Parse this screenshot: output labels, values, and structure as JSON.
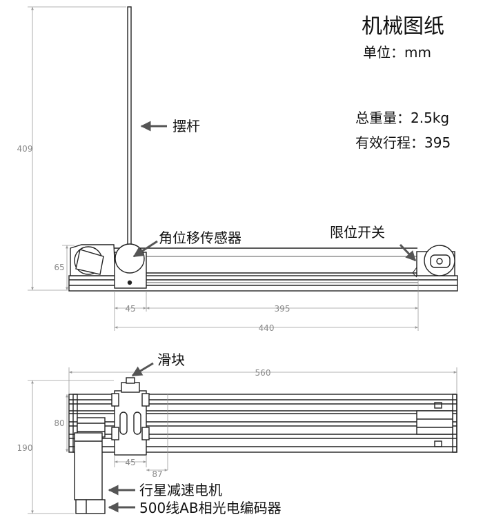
{
  "title": "机械图纸",
  "unit": "单位：mm",
  "specs": {
    "weight": "总重量：2.5kg",
    "stroke": "有效行程：395"
  },
  "side_view": {
    "label_pendulum": "摆杆",
    "label_angle_sensor": "角位移传感器",
    "label_limit_switch": "限位开关",
    "dim_height_total": "409",
    "dim_base_height": "65",
    "dim_cart": "45",
    "dim_stroke": "395",
    "dim_length": "440"
  },
  "top_view": {
    "label_slider": "滑块",
    "label_motor": "行星减速电机",
    "label_encoder": "500线AB相光电编码器",
    "dim_total_length": "560",
    "dim_width_total": "190",
    "dim_rail_width": "80",
    "dim_cart": "45",
    "dim_offset": "87"
  }
}
